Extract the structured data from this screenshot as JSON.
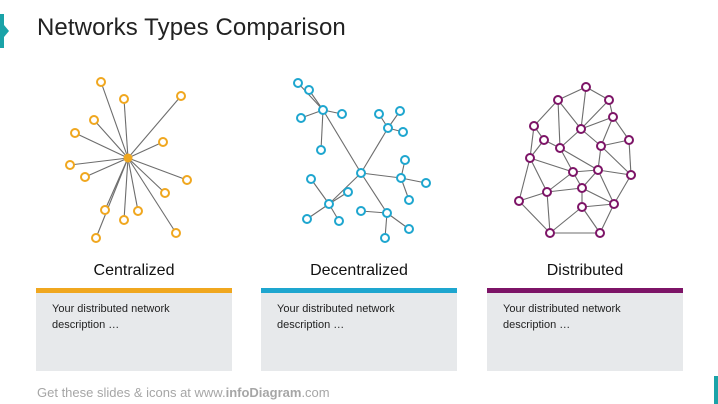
{
  "title": "Networks Types Comparison",
  "colors": {
    "centralized": "#f0a71f",
    "decentralized": "#1ea6cf",
    "distributed": "#7d1467"
  },
  "columns": [
    {
      "label": "Centralized",
      "description": "Your distributed network description …"
    },
    {
      "label": "Decentralized",
      "description": "Your distributed network description …"
    },
    {
      "label": "Distributed",
      "description": "Your distributed network description …"
    }
  ],
  "footer": {
    "prefix": "Get these slides & icons at www.",
    "brand": "infoDiagram",
    "suffix": ".com"
  }
}
